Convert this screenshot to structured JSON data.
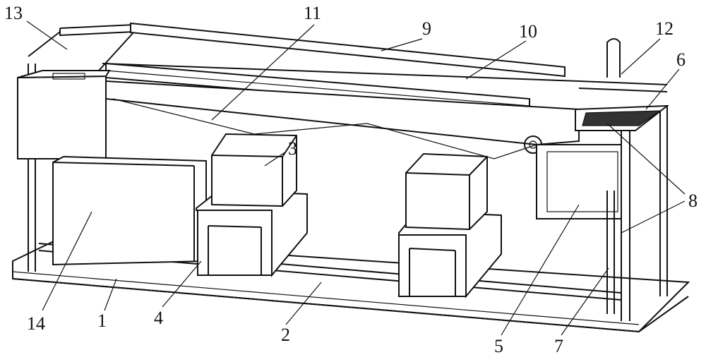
{
  "figure": {
    "labels": [
      {
        "id": "13",
        "text": "13"
      },
      {
        "id": "11",
        "text": "11"
      },
      {
        "id": "9",
        "text": "9"
      },
      {
        "id": "10",
        "text": "10"
      },
      {
        "id": "12",
        "text": "12"
      },
      {
        "id": "6",
        "text": "6"
      },
      {
        "id": "3",
        "text": "3"
      },
      {
        "id": "8",
        "text": "8"
      },
      {
        "id": "14",
        "text": "14"
      },
      {
        "id": "1",
        "text": "1"
      },
      {
        "id": "4",
        "text": "4"
      },
      {
        "id": "2",
        "text": "2"
      },
      {
        "id": "5",
        "text": "5"
      },
      {
        "id": "7",
        "text": "7"
      }
    ]
  }
}
